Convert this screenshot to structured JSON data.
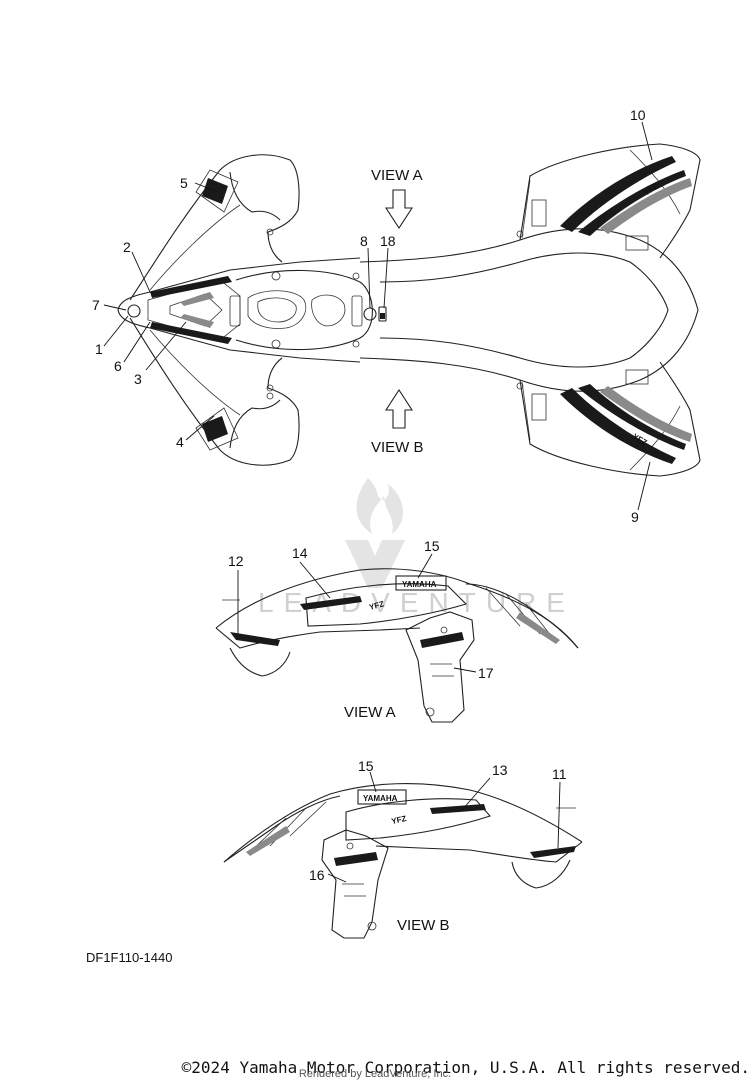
{
  "diagram_code": "DF1F110-1440",
  "copyright": "©2024 Yamaha Motor Corporation, U.S.A. All rights reserved.",
  "rendered_by": "Rendered by LeadVenture, Inc.",
  "watermark": "LEADVENTURE",
  "views": {
    "top_a_label": "VIEW A",
    "top_b_label": "VIEW B",
    "side_a_label": "VIEW A",
    "side_b_label": "VIEW B"
  },
  "badges": {
    "yamaha_a": "YAMAHA",
    "yamaha_b": "YAMAHA"
  },
  "callouts": {
    "c1": "1",
    "c2": "2",
    "c3": "3",
    "c4": "4",
    "c5": "5",
    "c6": "6",
    "c7": "7",
    "c8": "8",
    "c9": "9",
    "c10": "10",
    "c11": "11",
    "c12": "12",
    "c13": "13",
    "c14": "14",
    "c15a": "15",
    "c15b": "15",
    "c16": "16",
    "c17": "17",
    "c18": "18"
  }
}
